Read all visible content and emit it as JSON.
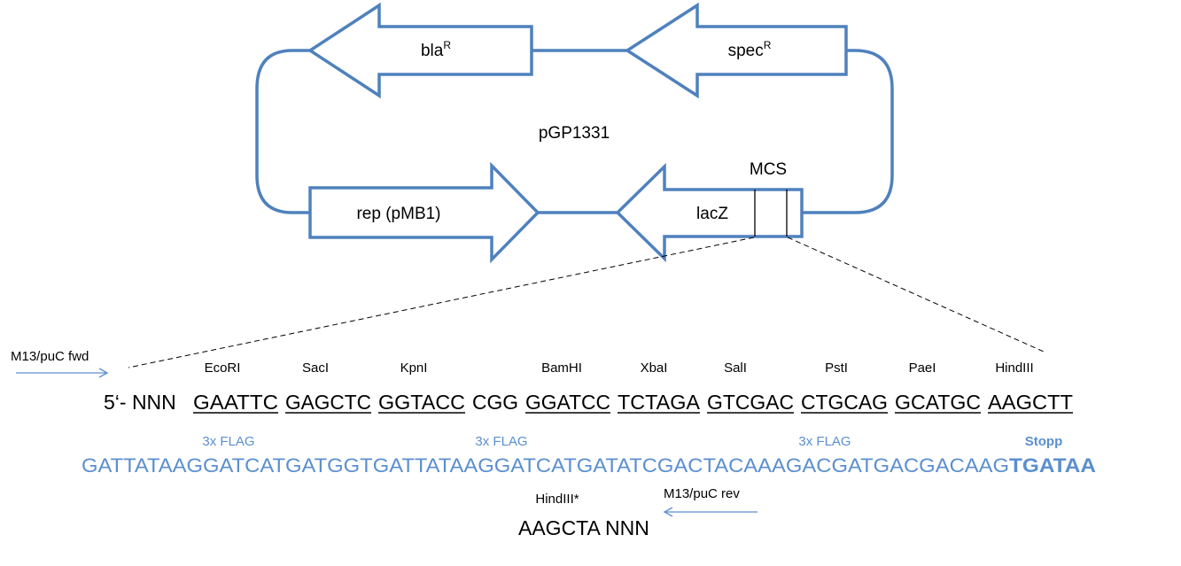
{
  "plasmid_name": "pGP1331",
  "genes": {
    "bla": {
      "name": "bla",
      "sup": "R"
    },
    "spec": {
      "name": "spec",
      "sup": "R"
    },
    "rep": {
      "name": "rep (pMB1)"
    },
    "lacz": {
      "name": "lacZ"
    }
  },
  "mcs_label": "MCS",
  "primers": {
    "fwd": "M13/puC fwd",
    "rev": "M13/puC rev"
  },
  "sites": [
    "EcoRI",
    "SacI",
    "KpnI",
    "BamHI",
    "XbaI",
    "SalI",
    "PstI",
    "PaeI",
    "HindIII"
  ],
  "sequence": {
    "prefix": "5‘- NNN",
    "codons": [
      "GAATTC",
      "GAGCTC",
      "GGTACC",
      "CGG",
      "GGATCC",
      "TCTAGA",
      "GTCGAC",
      "CTGCAG",
      "GCATGC",
      "AAGCTT"
    ]
  },
  "flag_labels": [
    "3x FLAG",
    "3x FLAG",
    "3x FLAG"
  ],
  "stop_label": "Stopp",
  "flag_sequence": "GATTATAAGGATCATGATGGTGATTATAAGGATCATGATATCGACTACAAAGACGATGACGACAAG",
  "stop_codons": "TGATAA",
  "hindiii_star": "HindIII*",
  "tail_sequence": "AAGCTA NNN",
  "colors": {
    "outline": "#4F81BD",
    "flag_text": "#5B8FCF",
    "line": "#000000"
  }
}
